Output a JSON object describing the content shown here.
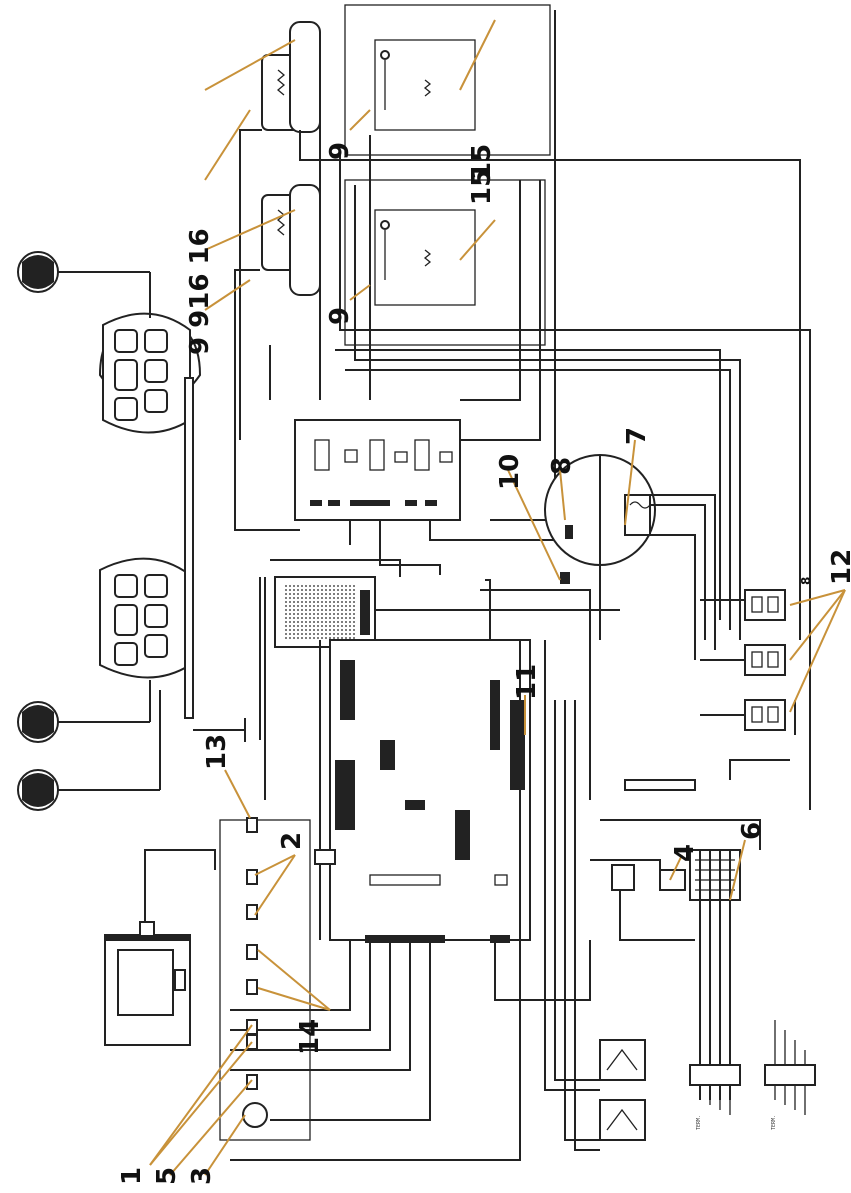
{
  "diagram": {
    "callout_color": "#c8923a",
    "wire_color": "#222222",
    "callouts": [
      {
        "id": "c1",
        "text": "1"
      },
      {
        "id": "c2",
        "text": "2"
      },
      {
        "id": "c3",
        "text": "3"
      },
      {
        "id": "c4",
        "text": "4"
      },
      {
        "id": "c5",
        "text": "5"
      },
      {
        "id": "c6",
        "text": "6"
      },
      {
        "id": "c7",
        "text": "7"
      },
      {
        "id": "c8",
        "text": "8"
      },
      {
        "id": "c9a",
        "text": "9"
      },
      {
        "id": "c9b",
        "text": "9"
      },
      {
        "id": "c10",
        "text": "10"
      },
      {
        "id": "c11",
        "text": "11"
      },
      {
        "id": "c12",
        "text": "12"
      },
      {
        "id": "c13",
        "text": "13"
      },
      {
        "id": "c14",
        "text": "14"
      },
      {
        "id": "c15a",
        "text": "15"
      },
      {
        "id": "c15b",
        "text": "15"
      },
      {
        "id": "c9916",
        "text": "9 916 16"
      },
      {
        "id": "c8small",
        "text": "8"
      }
    ],
    "icons": [
      "heating-element-icon",
      "hand-controller-icon",
      "control-board-icon",
      "power-supply-icon",
      "contactor-icon",
      "transformer-icon",
      "terminal-block-icon",
      "display-panel-icon"
    ]
  }
}
